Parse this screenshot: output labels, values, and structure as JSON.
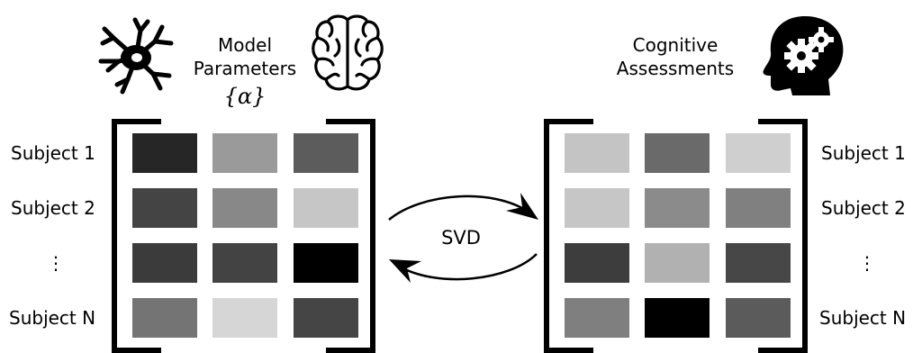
{
  "left_title": {
    "line1": "Model",
    "line2": "Parameters",
    "symbol": "{α}"
  },
  "right_title": {
    "line1": "Cognitive",
    "line2": "Assessments"
  },
  "arrow_label": "SVD",
  "rows": [
    "Subject 1",
    "Subject 2",
    "⋮",
    "Subject N"
  ],
  "icons": [
    "neuron-icon",
    "brain-icon",
    "head-gears-icon"
  ],
  "left_matrix": [
    [
      "#262626",
      "#9a9a9a",
      "#5c5c5c"
    ],
    [
      "#444444",
      "#888888",
      "#c6c6c6"
    ],
    [
      "#3b3b3b",
      "#434343",
      "#000000"
    ],
    [
      "#747474",
      "#d6d6d6",
      "#454545"
    ]
  ],
  "right_matrix": [
    [
      "#c4c4c4",
      "#6a6a6a",
      "#cfcfcf"
    ],
    [
      "#c6c6c6",
      "#8b8b8b",
      "#808080"
    ],
    [
      "#3d3d3d",
      "#b1b1b1",
      "#474747"
    ],
    [
      "#7f7f7f",
      "#000000",
      "#5b5b5b"
    ]
  ]
}
